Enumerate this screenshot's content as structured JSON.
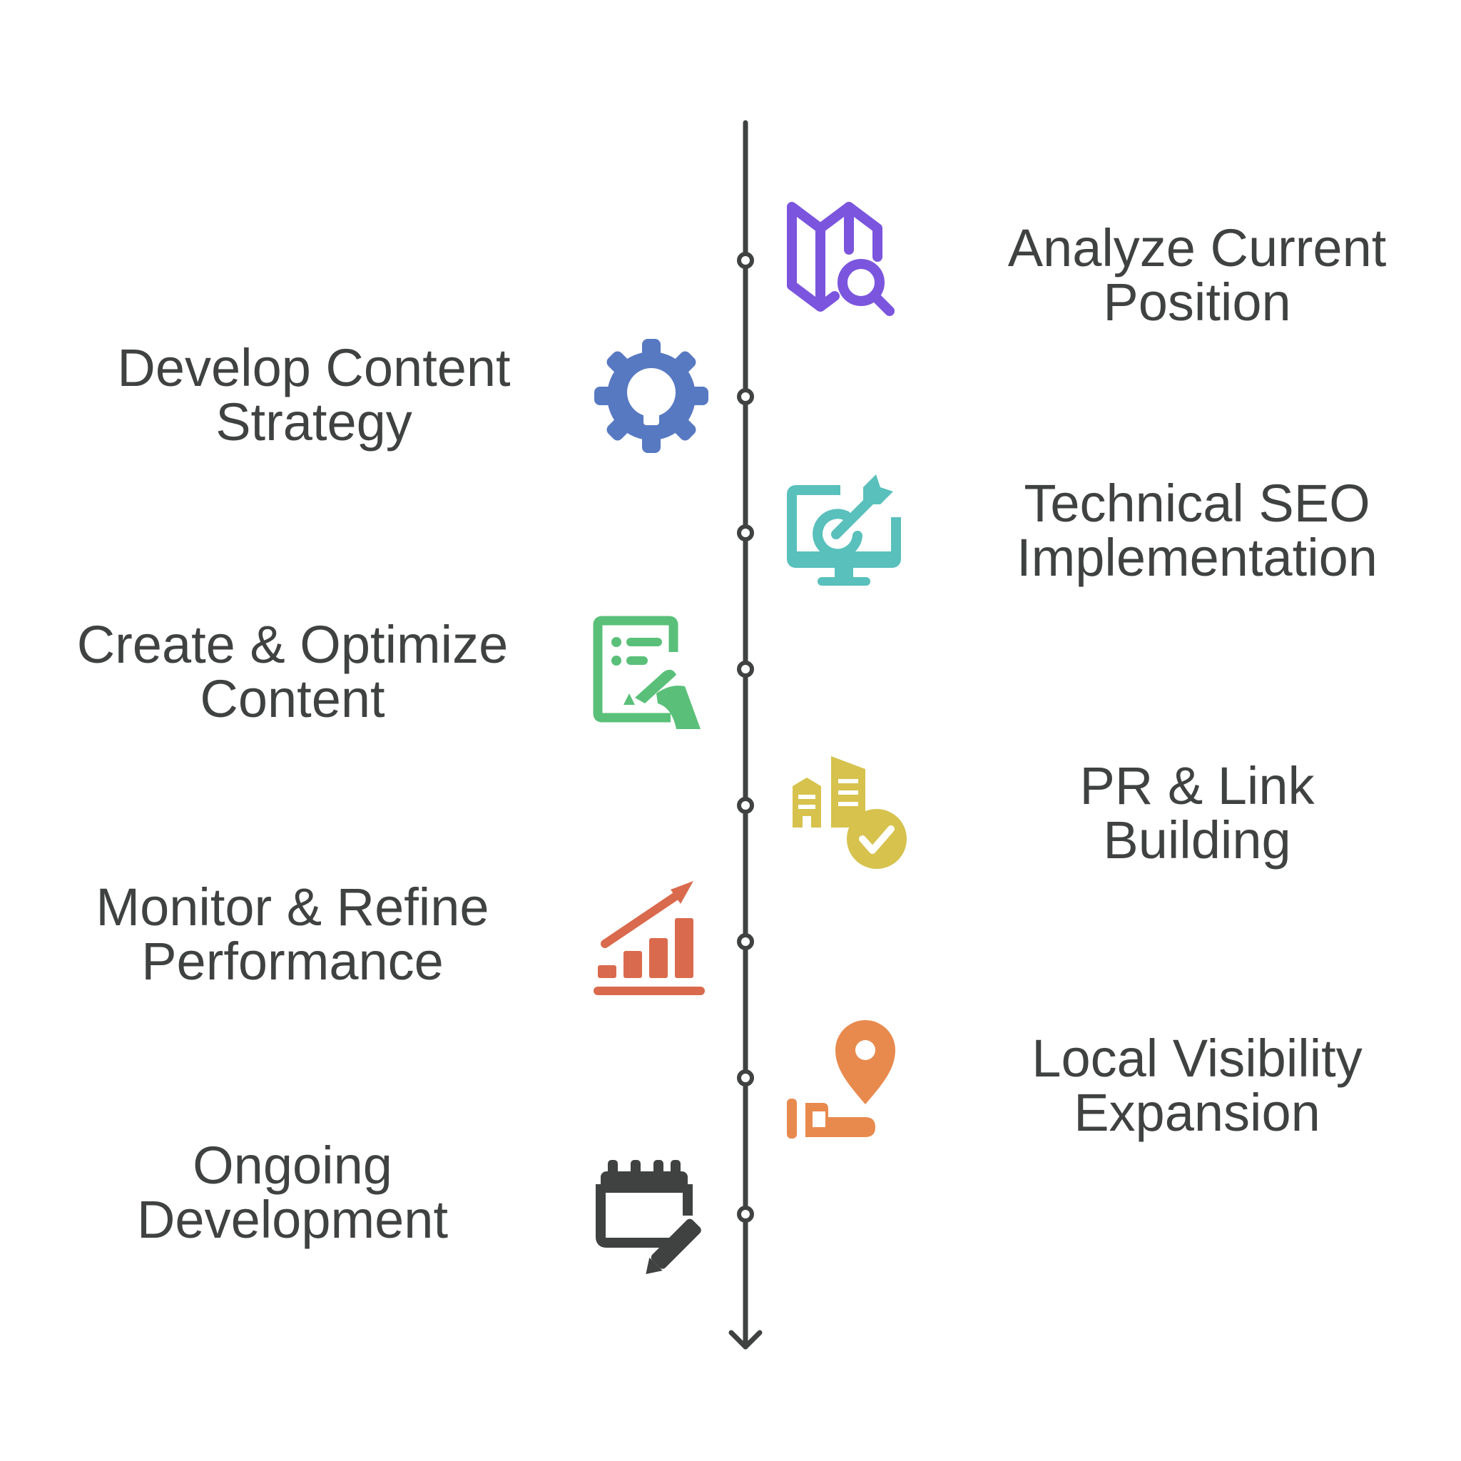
{
  "steps": [
    {
      "id": "analyze",
      "side": "right",
      "line1": "Analyze Current",
      "line2": "Position",
      "icon": "map-search-icon",
      "color": "#7b55dd"
    },
    {
      "id": "content-strategy",
      "side": "left",
      "line1": "Develop Content",
      "line2": "Strategy",
      "icon": "gear-lightbulb-icon",
      "color": "#5779c1"
    },
    {
      "id": "technical-seo",
      "side": "right",
      "line1": "Technical SEO",
      "line2": "Implementation",
      "icon": "monitor-target-icon",
      "color": "#59c0bc"
    },
    {
      "id": "create-content",
      "side": "left",
      "line1": "Create & Optimize",
      "line2": "Content",
      "icon": "document-writing-icon",
      "color": "#5ac079"
    },
    {
      "id": "pr-links",
      "side": "right",
      "line1": "PR & Link",
      "line2": "Building",
      "icon": "buildings-check-icon",
      "color": "#d6c24d"
    },
    {
      "id": "monitor",
      "side": "left",
      "line1": "Monitor & Refine",
      "line2": "Performance",
      "icon": "growth-chart-icon",
      "color": "#d96a4d"
    },
    {
      "id": "local",
      "side": "right",
      "line1": "Local Visibility",
      "line2": "Expansion",
      "icon": "location-hand-icon",
      "color": "#e88a4e"
    },
    {
      "id": "ongoing",
      "side": "left",
      "line1": "Ongoing",
      "line2": "Development",
      "icon": "calendar-edit-icon",
      "color": "#3f4241"
    }
  ],
  "axis_color": "#3f4241"
}
